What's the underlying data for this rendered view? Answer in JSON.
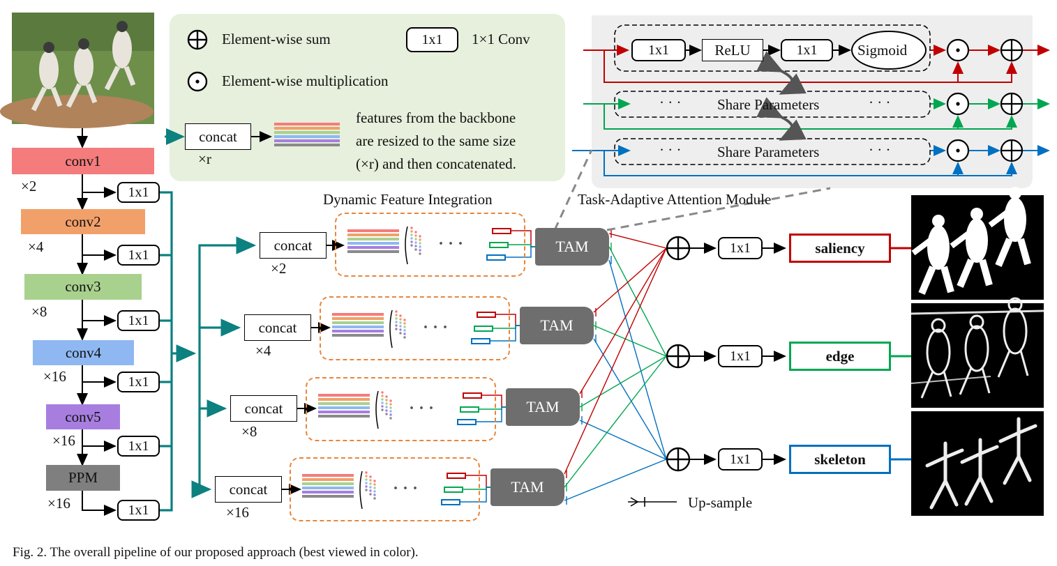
{
  "legend": {
    "sum_label": "Element-wise sum",
    "conv_box": "1x1",
    "conv_label": "1×1 Conv",
    "mult_label": "Element-wise multiplication",
    "concat_label": "concat",
    "concat_scale": "×r",
    "note_lines": [
      "features from the backbone",
      "are resized to the same size",
      "(×r) and then concatenated."
    ]
  },
  "backbone": {
    "stages": [
      {
        "label": "conv1",
        "scale": "×2",
        "color": "#f47c7c"
      },
      {
        "label": "conv2",
        "scale": "×4",
        "color": "#f2a06a"
      },
      {
        "label": "conv3",
        "scale": "×8",
        "color": "#a9d18e"
      },
      {
        "label": "conv4",
        "scale": "×16",
        "color": "#8fb8f2"
      },
      {
        "label": "conv5",
        "scale": "×16",
        "color": "#a77ee0"
      },
      {
        "label": "PPM",
        "scale": "×16",
        "color": "#7f7f7f"
      }
    ],
    "side_conv": "1x1"
  },
  "dfi": {
    "title": "Dynamic Feature Integration",
    "rows": [
      {
        "concat": "concat",
        "scale": "×2",
        "tam": "TAM"
      },
      {
        "concat": "concat",
        "scale": "×4",
        "tam": "TAM"
      },
      {
        "concat": "concat",
        "scale": "×8",
        "tam": "TAM"
      },
      {
        "concat": "concat",
        "scale": "×16",
        "tam": "TAM"
      }
    ],
    "dots": "· · ·"
  },
  "tam_detail": {
    "title": "Task-Adaptive Attention Module",
    "conv_a": "1x1",
    "relu": "ReLU",
    "conv_b": "1x1",
    "sigmoid": "Sigmoid",
    "share_1": "Share Parameters",
    "share_2": "Share Parameters",
    "dots": "· · ·"
  },
  "outputs": [
    {
      "conv": "1x1",
      "label": "saliency",
      "color": "#c00000"
    },
    {
      "conv": "1x1",
      "label": "edge",
      "color": "#00a651"
    },
    {
      "conv": "1x1",
      "label": "skeleton",
      "color": "#0070c0"
    }
  ],
  "upsample_label": "Up-sample",
  "caption": "Fig. 2.  The overall pipeline of our proposed approach (best viewed in color).",
  "colors": {
    "teal": "#0d8080",
    "red": "#c00000",
    "green": "#00a651",
    "blue": "#0070c0",
    "orange": "#e8853a",
    "legend_bg": "#e6f0dc",
    "tam_bg": "#eeeeee"
  }
}
